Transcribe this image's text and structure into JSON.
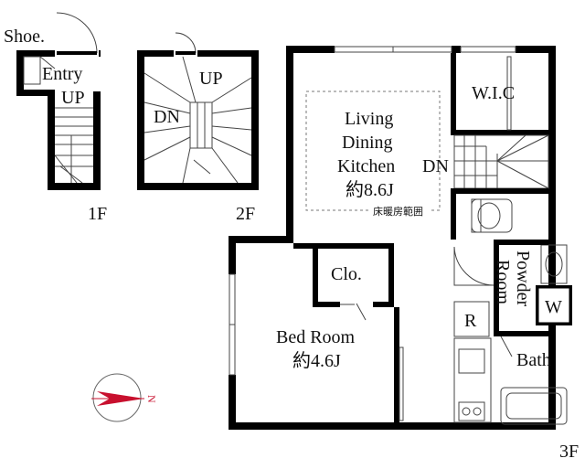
{
  "floors": {
    "first": {
      "level": "1F",
      "labels": {
        "shoe": "Shoe.",
        "entry": "Entry",
        "up": "UP"
      }
    },
    "second": {
      "level": "2F",
      "labels": {
        "up": "UP",
        "dn": "DN"
      }
    },
    "third": {
      "level": "3F",
      "ldk": {
        "line1": "Living",
        "line2": "Dining",
        "line3": "Kitchen",
        "area": "約8.6J",
        "heating": "床暖房範囲"
      },
      "dn": "DN",
      "wic": "W.I.C",
      "clo": "Clo.",
      "bedroom": {
        "name": "Bed Room",
        "area": "約4.6J"
      },
      "powder": {
        "line1": "Powder",
        "line2": "Room"
      },
      "washer": "W",
      "fridge": "R",
      "bath": "Bath"
    }
  },
  "compass": {
    "north": "N"
  }
}
